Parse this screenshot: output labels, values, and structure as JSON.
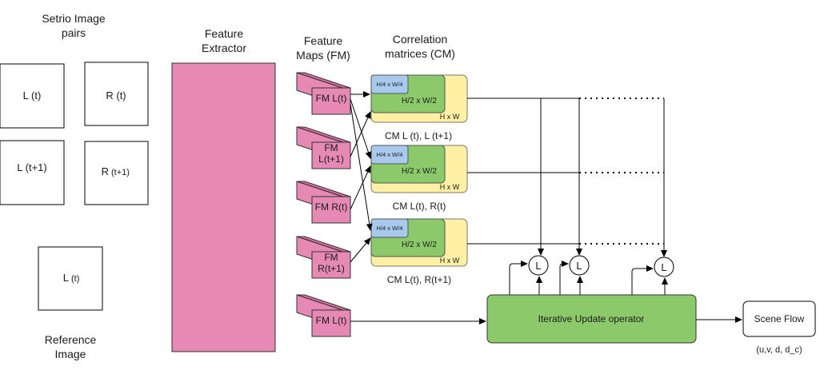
{
  "headers": {
    "stereo": [
      "Setrio Image",
      "pairs"
    ],
    "extractor": [
      "Feature",
      "Extractor"
    ],
    "fm": [
      "Feature",
      "Maps (FM)"
    ],
    "cm": [
      "Correlation",
      "matrices (CM)"
    ],
    "reference": [
      "Reference",
      "Image"
    ]
  },
  "images": {
    "lt": "L (t)",
    "rt": "R (t)",
    "lt1": "L (t+1)",
    "rt1_main": "R",
    "rt1_sub": "(t+1)",
    "ref_main": "L",
    "ref_sub": "(t)"
  },
  "feature_maps": {
    "fm1": "FM L(t)",
    "fm2": [
      "FM",
      "L(t+1)"
    ],
    "fm3": "FM R(t)",
    "fm4": [
      "FM",
      "R(t+1)"
    ],
    "fm5": "FM L(t)"
  },
  "cm_levels": {
    "quarter": "H/4 x W/4",
    "half": "H/2 x W/2",
    "full": "H x W"
  },
  "cm_captions": {
    "cm1": "CM L (t), L (t+1)",
    "cm2": "CM L(t), R(t)",
    "cm3": "CM L(t), R(t+1)"
  },
  "lookup_label": "L",
  "operator": "Iterative Update operator",
  "output": {
    "label": "Scene Flow",
    "caption": "(u,v, d, d_c)"
  },
  "colors": {
    "pink": "#e68ab5",
    "green": "#8cc96b",
    "yellow": "#fff0a3",
    "blue": "#a8c8ec"
  }
}
